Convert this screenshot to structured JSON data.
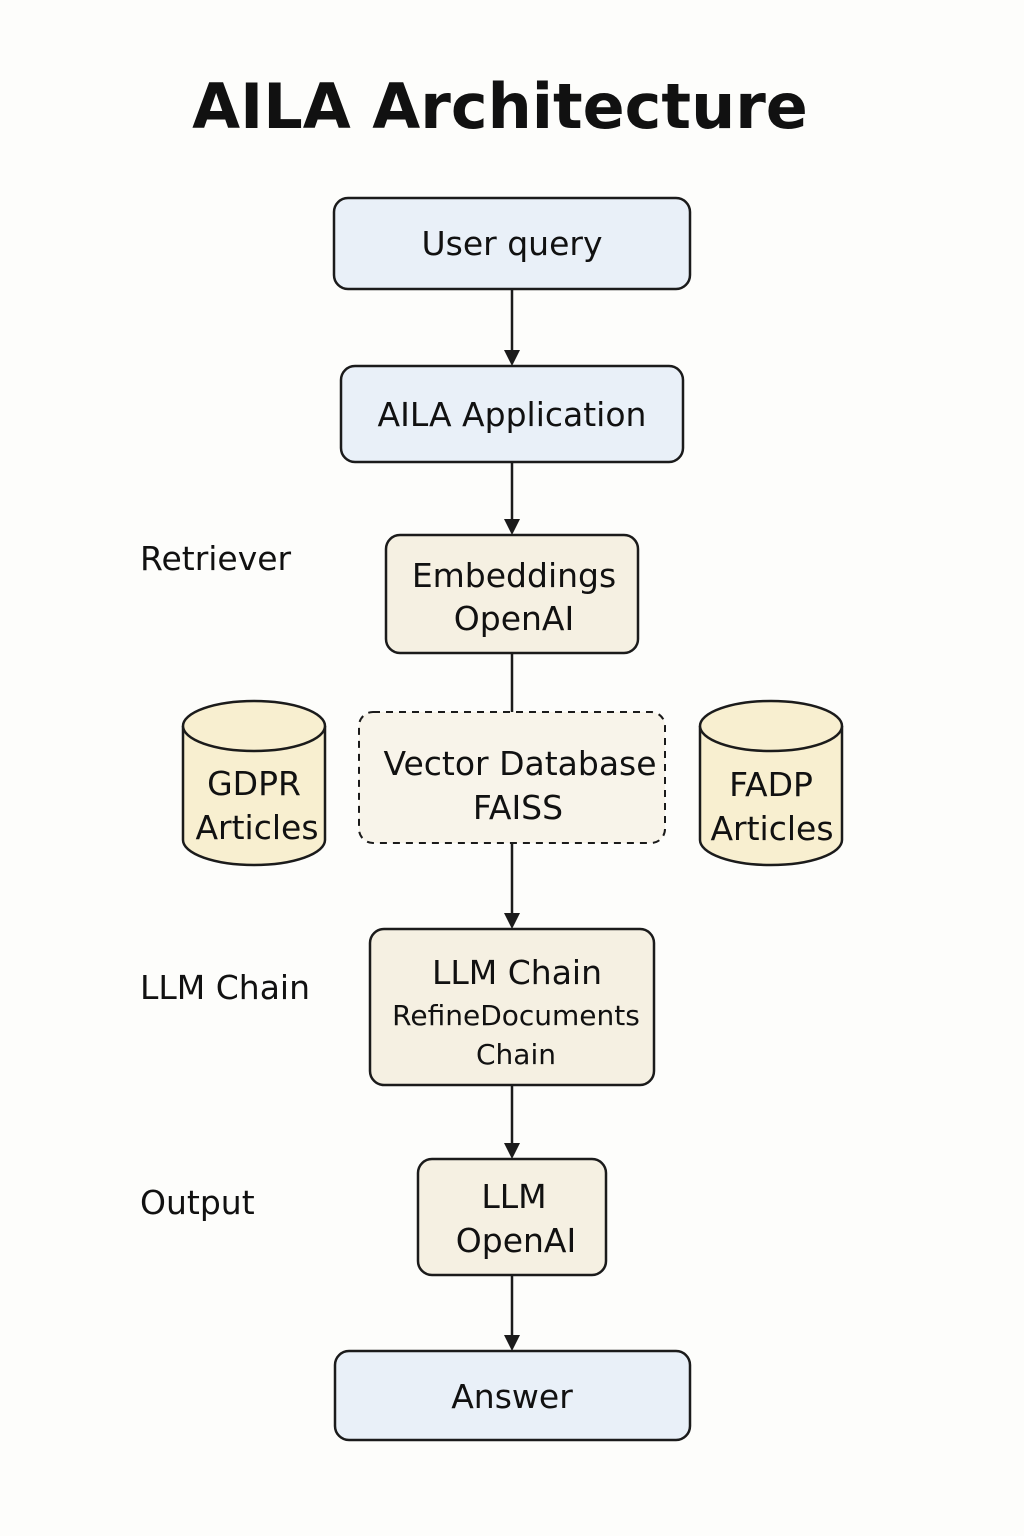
{
  "title": "AILA Architecture",
  "section_labels": {
    "retriever": "Retriever",
    "llm_chain": "LLM Chain",
    "output": "Output"
  },
  "nodes": {
    "user_query": "User query",
    "aila_application": "AILA Application",
    "embeddings": [
      "Embeddings",
      "OpenAI"
    ],
    "vector_database": [
      "Vector Database",
      "FAISS"
    ],
    "llm_chain": [
      "LLM Chain",
      "RefineDocuments",
      "Chain"
    ],
    "llm_openai": [
      "LLM",
      "OpenAI"
    ],
    "answer": "Answer"
  },
  "data_sources": {
    "gdpr": [
      "GDPR",
      "Articles"
    ],
    "fadp": [
      "FADP",
      "Articles"
    ]
  },
  "colors": {
    "io_box_fill": "#e9f0f8",
    "process_box_fill": "#f5f0e2",
    "database_fill": "#f8efd0",
    "stroke": "#1b1b1b"
  }
}
